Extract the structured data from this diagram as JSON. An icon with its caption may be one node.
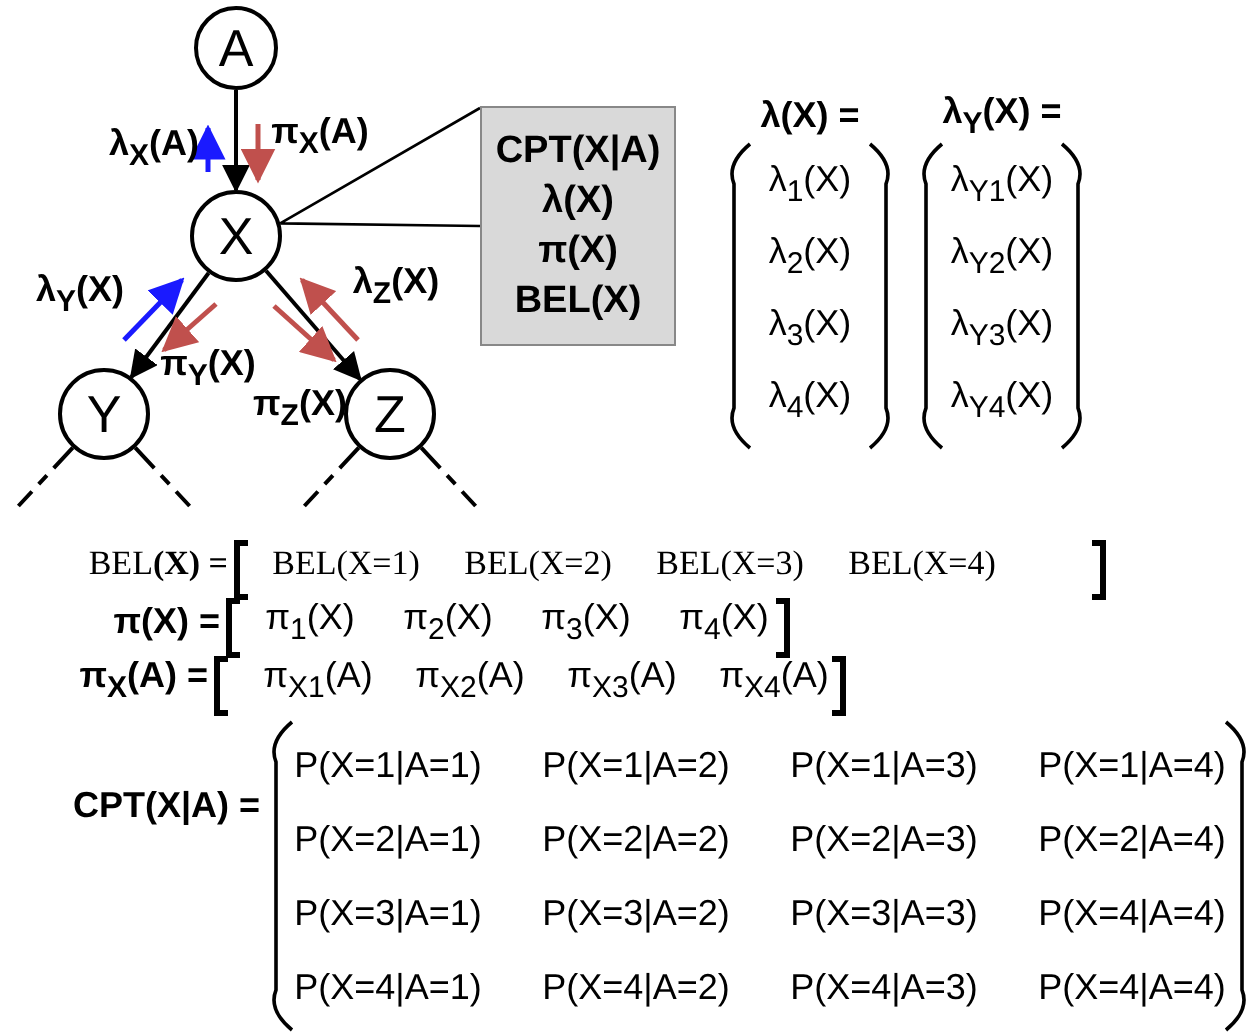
{
  "diagram": {
    "nodes": [
      {
        "text": [
          "A"
        ]
      },
      {
        "text": [
          "X"
        ]
      },
      {
        "text": [
          "Y"
        ]
      },
      {
        "text": [
          "Z"
        ]
      },
      {
        "text": [
          "CPT(X|A)",
          "λ(X)",
          "π(X)",
          "BEL(X)"
        ]
      }
    ],
    "edges": [
      {
        "from": 0,
        "to": 1,
        "arrow": "to"
      },
      {
        "from": 1,
        "to": 2,
        "arrow": "to"
      },
      {
        "from": 1,
        "to": 3,
        "arrow": "to"
      },
      {
        "from": 1,
        "to": 4,
        "arrow": "none"
      },
      {
        "from": 2,
        "to": null,
        "arrow": "none",
        "style": "dashed"
      },
      {
        "from": 2,
        "to": null,
        "arrow": "none",
        "style": "dashed"
      },
      {
        "from": 3,
        "to": null,
        "arrow": "none",
        "style": "dashed"
      },
      {
        "from": 3,
        "to": null,
        "arrow": "none",
        "style": "dashed"
      }
    ],
    "labels": [
      "λ$_{X}$(A)",
      "π$_{X}$(A)",
      "λ$_{Y}$(X)",
      "λ$_{Z}$(X)",
      "π$_{Y}$(X)",
      "π$_{Z}$(X)",
      "λ(X) =",
      "λ$_{Y}$(X) =",
      "λ$_{1}$(X)",
      "λ$_{Y1}$(X)",
      "λ$_{2}$(X)",
      "λ$_{Y2}$(X)",
      "λ$_{3}$(X)",
      "λ$_{Y3}$(X)",
      "λ$_{4}$(X)",
      "λ$_{Y4}$(X)",
      "BEL**(X) =**",
      "BEL(X=1)",
      "BEL(X=2)",
      "BEL(X=3)",
      "BEL(X=4)",
      "π(X) =",
      "π$_{1}$(X)",
      "π$_{2}$(X)",
      "π$_{3}$(X)",
      "π$_{4}$(X)",
      "π$_{X}$(A) =",
      "π$_{X1}$(A)",
      "π$_{X2}$(A)",
      "π$_{X3}$(A)",
      "π$_{X4}$(A)",
      "CPT(X|A) =",
      "P(X=1|A=1)",
      "P(X=1|A=2)",
      "P(X=1|A=3)",
      "P(X=1|A=4)",
      "P(X=2|A=1)",
      "P(X=2|A=2)",
      "P(X=2|A=3)",
      "P(X=2|A=4)",
      "P(X=3|A=1)",
      "P(X=3|A=2)",
      "P(X=3|A=3)",
      "P(X=4|A=4)",
      "P(X=4|A=1)",
      "P(X=4|A=2)",
      "P(X=4|A=3)",
      "P(X=4|A=4)"
    ]
  }
}
